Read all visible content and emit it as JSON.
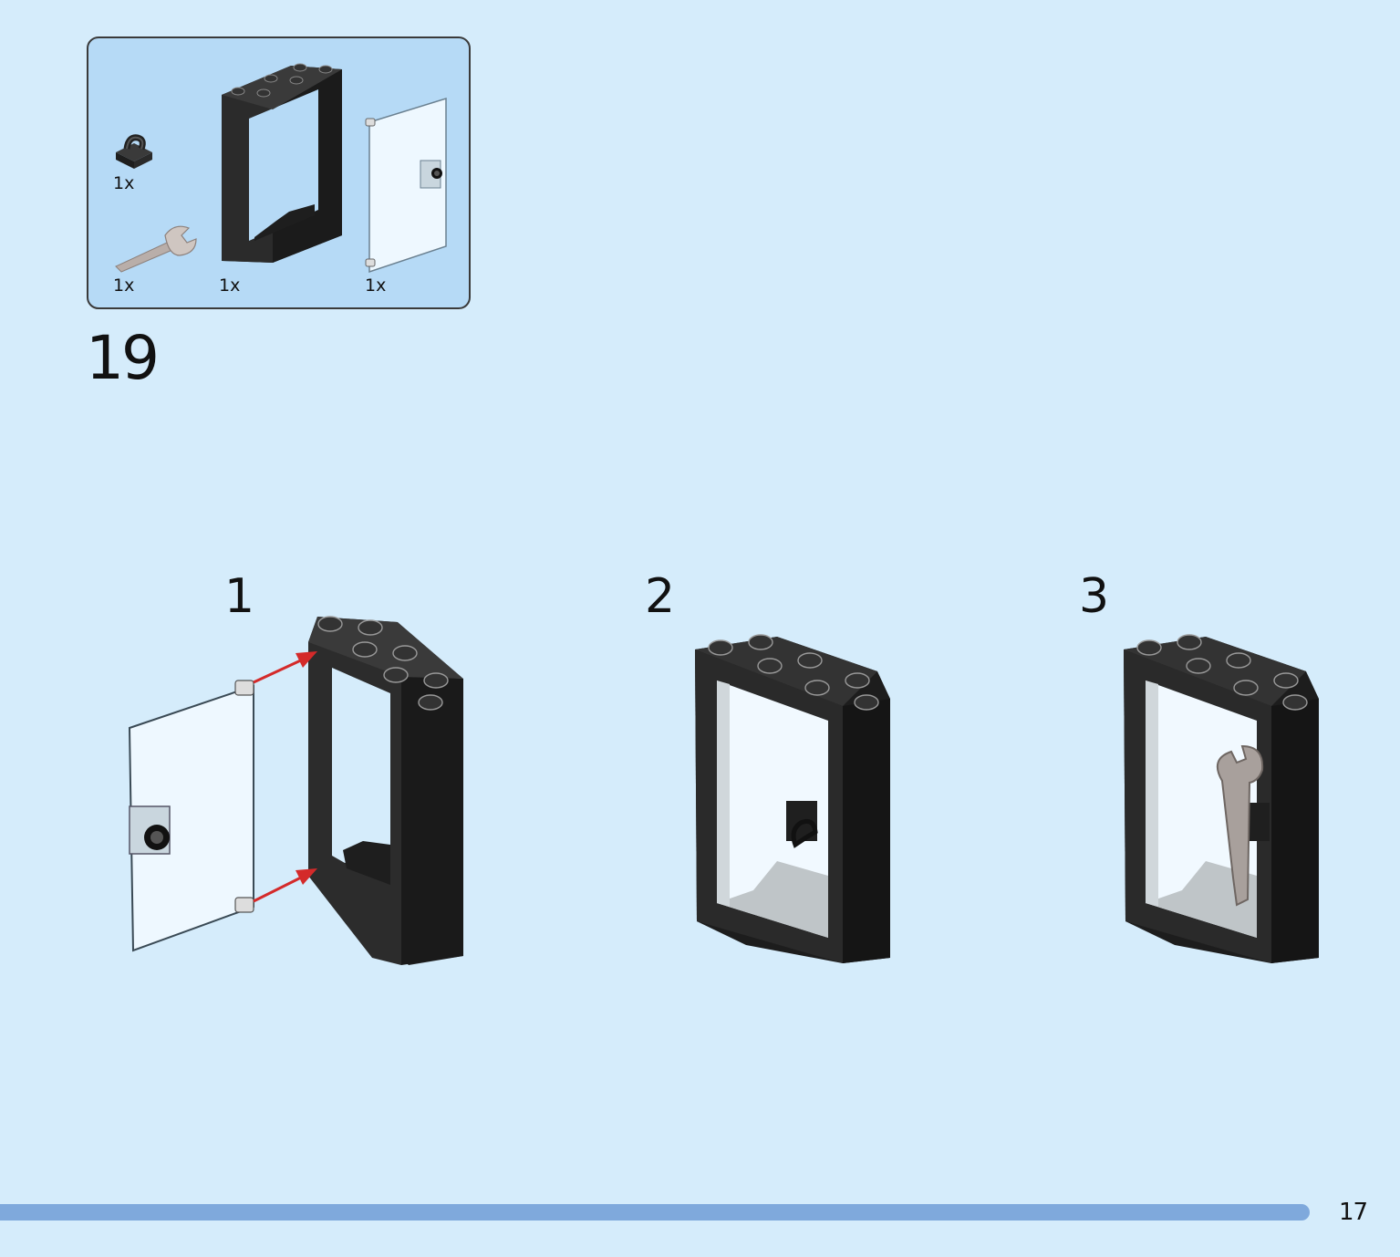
{
  "parts_list": {
    "items": [
      {
        "name": "clip-tile",
        "qty": "1x"
      },
      {
        "name": "wrench",
        "qty": "1x"
      },
      {
        "name": "door-frame",
        "qty": "1x"
      },
      {
        "name": "door-panel",
        "qty": "1x"
      }
    ]
  },
  "step": {
    "number": "19"
  },
  "substeps": [
    {
      "number": "1"
    },
    {
      "number": "2"
    },
    {
      "number": "3"
    }
  ],
  "footer": {
    "page_number": "17",
    "progress": 0.935
  },
  "colors": {
    "background": "#d5ecfb",
    "parts_box": "#b6daf6",
    "brick": "#2b2b2b",
    "glass": "#eef8ff",
    "arrow": "#d42a2a",
    "progress": "#7fa9dc"
  }
}
